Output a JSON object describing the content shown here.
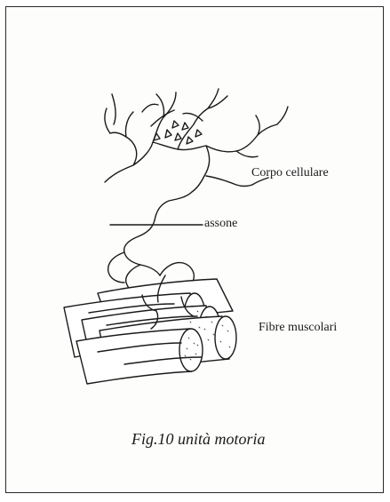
{
  "figure": {
    "labels": {
      "cell_body": "Corpo cellulare",
      "axon": "assone",
      "muscle_fibers": "Fibre muscolari"
    },
    "caption": "Fig.10 unità motoria",
    "line_color": "#1a1a1a",
    "fill_color": "#ffffff",
    "border_color": "#2a2a2a"
  }
}
